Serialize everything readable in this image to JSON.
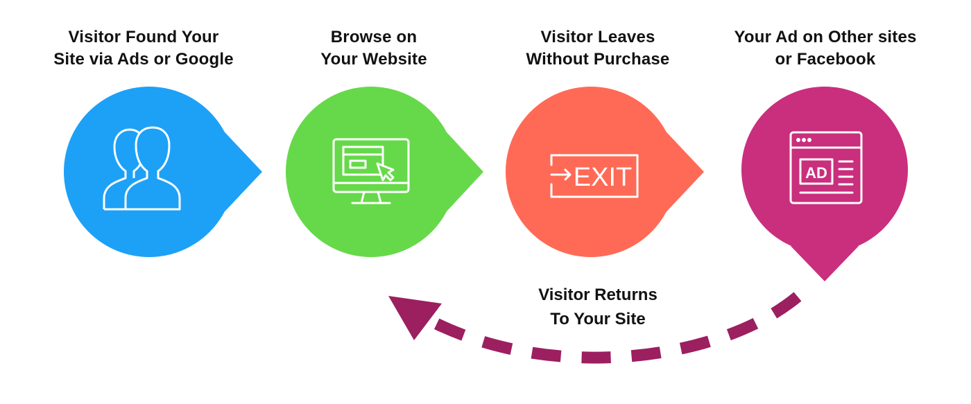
{
  "steps": [
    {
      "line1": "Visitor Found Your",
      "line2": "Site via Ads or Google",
      "icon": "users-icon",
      "color": "#1DA1F7"
    },
    {
      "line1": "Browse on",
      "line2": "Your Website",
      "icon": "monitor-cursor-icon",
      "color": "#66D94A"
    },
    {
      "line1": "Visitor Leaves",
      "line2": "Without Purchase",
      "icon": "exit-sign-icon",
      "color": "#FF6A56",
      "icon_text": "EXIT"
    },
    {
      "line1": "Your Ad on Other sites",
      "line2": "or Facebook",
      "icon": "ad-browser-icon",
      "color": "#C92F7D",
      "icon_text": "AD"
    }
  ],
  "return": {
    "line1": "Visitor Returns",
    "line2": "To Your Site",
    "color": "#9C1F60"
  }
}
